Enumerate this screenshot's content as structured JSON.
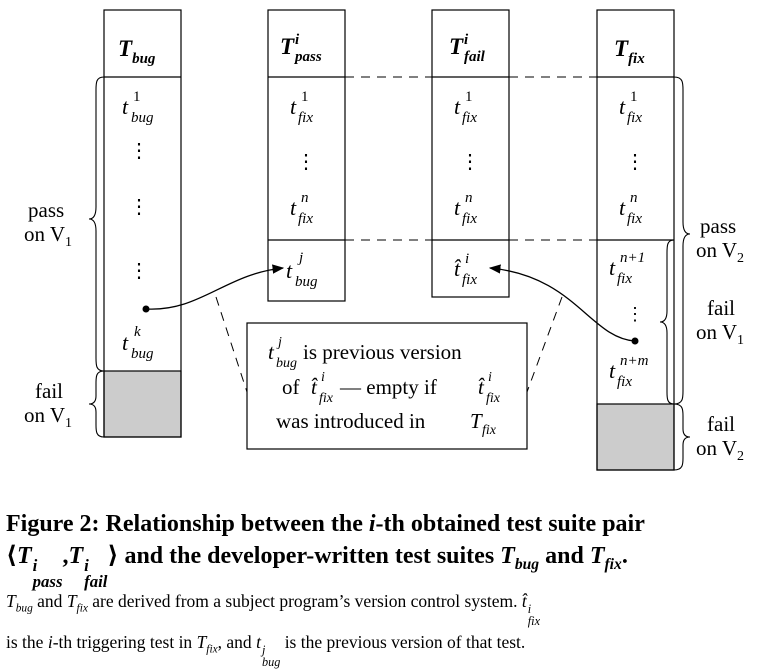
{
  "columns": {
    "bug": {
      "header_main": "T",
      "header_sub": "bug"
    },
    "pass": {
      "header_main": "T",
      "header_sup": "i",
      "header_sub": "pass"
    },
    "fail": {
      "header_main": "T",
      "header_sup": "i",
      "header_sub": "fail"
    },
    "fix": {
      "header_main": "T",
      "header_sub": "fix"
    }
  },
  "cells": {
    "main": "t",
    "bug_sub": "bug",
    "fix_sub": "fix",
    "sup_1": "1",
    "sup_n": "n",
    "sup_j": "j",
    "sup_k": "k",
    "sup_i": "i",
    "sup_n_plus_1": "n+1",
    "sup_n_plus_m": "n+m",
    "hat_t": "t̂"
  },
  "brace_labels": {
    "pass_v1": {
      "line1": "pass",
      "line2": "on V",
      "sub": "1"
    },
    "fail_v1_left": {
      "line1": "fail",
      "line2": "on V",
      "sub": "1"
    },
    "pass_v2": {
      "line1": "pass",
      "line2": "on V",
      "sub": "2"
    },
    "fail_v1_right": {
      "line1": "fail",
      "line2": "on V",
      "sub": "1"
    },
    "fail_v2": {
      "line1": "fail",
      "line2": "on V",
      "sub": "2"
    }
  },
  "note": {
    "l1_text": "is previous version",
    "l2_pre": "of",
    "l2_mid": "— empty if",
    "l3_text": "was introduced in"
  },
  "caption": {
    "title_1_pre": "Figure 2: Relationship between the ",
    "title_1_i": "i",
    "title_1_post": "-th obtained test suite pair",
    "title_2_mid": " and the developer-written test suites ",
    "title_2_and": " and ",
    "body_1_and": " and ",
    "body_1_rest": " are derived from a subject program’s version control system. ",
    "body_2_pre": "is the ",
    "body_2_i": "i",
    "body_2_mid": "-th triggering test in ",
    "body_2_and": ", and ",
    "body_2_end": " is the previous version of that test."
  }
}
